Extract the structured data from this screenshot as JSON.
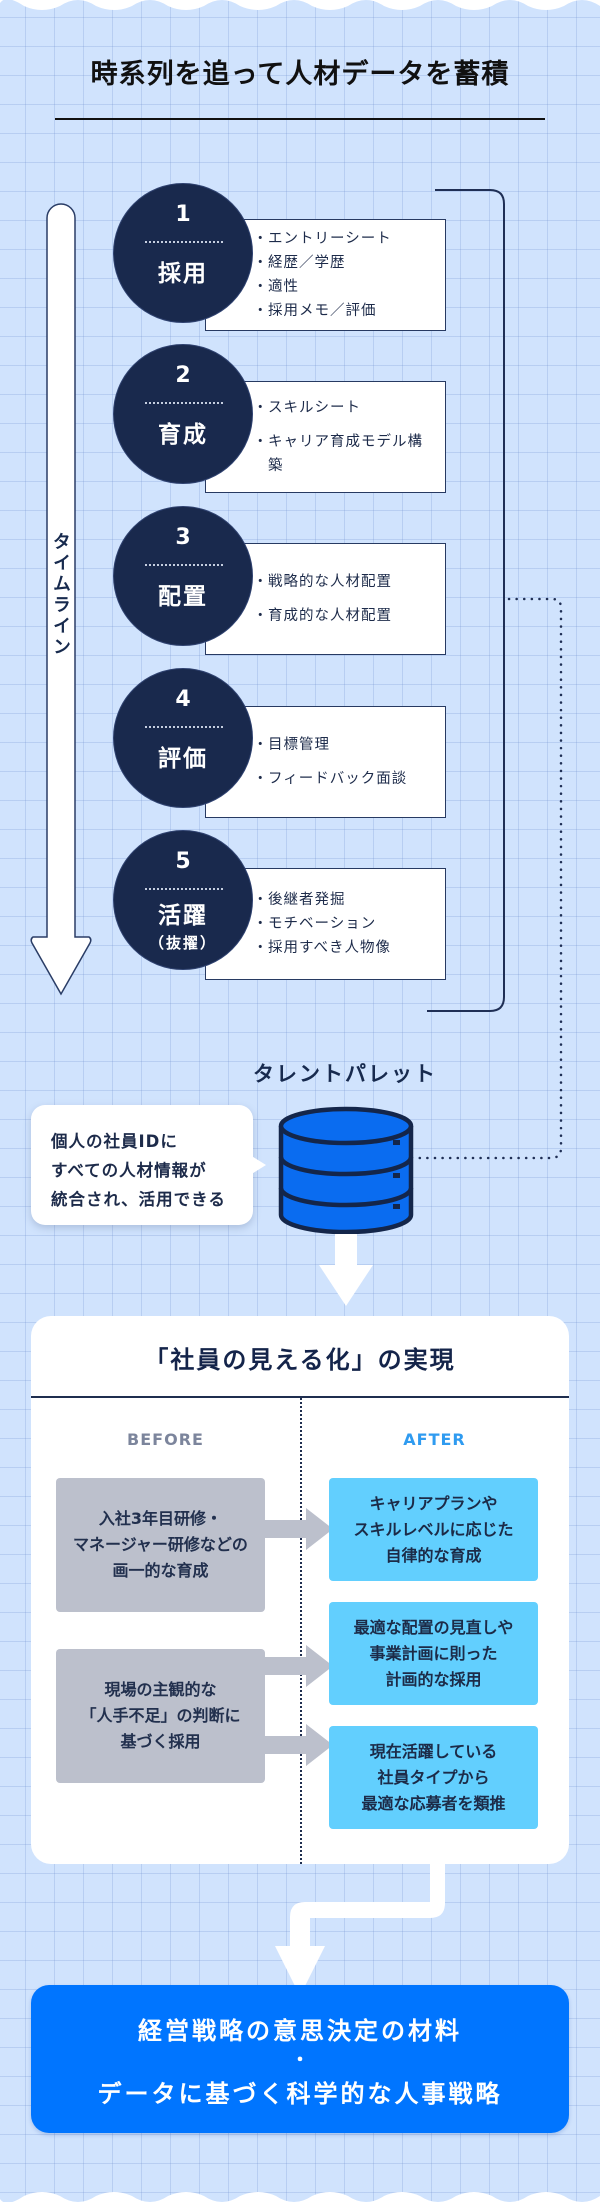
{
  "header": {
    "title": "時系列を追って人材データを蓄積"
  },
  "timeline": {
    "label": "タイムライン",
    "steps": [
      {
        "number": "1",
        "name": "採用",
        "sub": "",
        "items": [
          "エントリーシート",
          "経歴／学歴",
          "適性",
          "採用メモ／評価"
        ]
      },
      {
        "number": "2",
        "name": "育成",
        "sub": "",
        "items": [
          "スキルシート",
          "キャリア育成モデル構築"
        ]
      },
      {
        "number": "3",
        "name": "配置",
        "sub": "",
        "items": [
          "戦略的な人材配置",
          "育成的な人材配置"
        ]
      },
      {
        "number": "4",
        "name": "評価",
        "sub": "",
        "items": [
          "目標管理",
          "フィードバック面談"
        ]
      },
      {
        "number": "5",
        "name": "活躍",
        "sub": "（抜擢）",
        "items": [
          "後継者発掘",
          "モチベーション",
          "採用すべき人物像"
        ]
      }
    ]
  },
  "database": {
    "title": "タレントパレット",
    "icon": "database-icon",
    "bubble_lines": [
      "個人の社員IDに",
      "すべての人材情報が",
      "統合され、活用できる"
    ]
  },
  "comparison": {
    "title": "「社員の見える化」の実現",
    "before_label": "BEFORE",
    "after_label": "AFTER",
    "before": [
      {
        "lines": [
          "入社3年目研修・",
          "マネージャー研修などの",
          "画一的な育成"
        ]
      },
      {
        "lines": [
          "現場の主観的な",
          "「人手不足」の判断に",
          "基づく採用"
        ]
      }
    ],
    "after": [
      {
        "lines": [
          "キャリアプランや",
          "スキルレベルに応じた",
          "自律的な育成"
        ]
      },
      {
        "lines": [
          "最適な配置の見直しや",
          "事業計画に則った",
          "計画的な採用"
        ]
      },
      {
        "lines": [
          "現在活躍している",
          "社員タイプから",
          "最適な応募者を類推"
        ]
      }
    ]
  },
  "result": {
    "line1": "経営戦略の意思決定の材料",
    "separator": "・",
    "line2": "データに基づく科学的な人事戦略"
  },
  "colors": {
    "background": "#d0e3fd",
    "navy": "#19294d",
    "db_blue": "#0a6cf0",
    "after_cyan": "#62cffe",
    "before_gray": "#bcc0cc",
    "result_blue": "#0075ff",
    "after_label": "#2f9bf0",
    "before_label": "#7c859c"
  }
}
